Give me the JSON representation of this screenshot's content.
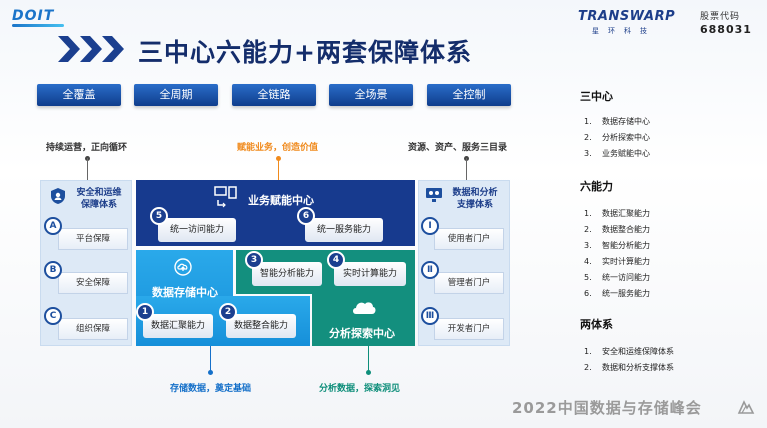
{
  "header": {
    "logo_left": "DOIT",
    "logo_right": "TRANSWARP",
    "logo_right_sub": "星环科技",
    "stock_label": "股票代码",
    "stock_code": "688031",
    "title": "三中心六能力+两套保障体系"
  },
  "tags": [
    "全覆盖",
    "全周期",
    "全链路",
    "全场景",
    "全控制"
  ],
  "captions": {
    "left_top": "持续运营，正向循环",
    "middle_top": "赋能业务，创造价值",
    "right_top": "资源、资产、服务三目录",
    "bottom_store": "存储数据，奠定基础",
    "bottom_analysis": "分析数据，探索洞见"
  },
  "left_panel": {
    "title_line1": "安全和运维",
    "title_line2": "保障体系",
    "items": [
      {
        "letter": "A",
        "label": "平台保障"
      },
      {
        "letter": "B",
        "label": "安全保障"
      },
      {
        "letter": "C",
        "label": "组织保障"
      }
    ]
  },
  "right_panel": {
    "title_line1": "数据和分析",
    "title_line2": "支撑体系",
    "items": [
      {
        "letter": "Ⅰ",
        "label": "使用者门户"
      },
      {
        "letter": "Ⅱ",
        "label": "管理者门户"
      },
      {
        "letter": "Ⅲ",
        "label": "开发者门户"
      }
    ]
  },
  "center": {
    "business": {
      "title": "业务赋能中心",
      "items": [
        {
          "num": "5",
          "label": "统一访问能力"
        },
        {
          "num": "6",
          "label": "统一服务能力"
        }
      ]
    },
    "storage": {
      "title": "数据存储中心",
      "items": [
        {
          "num": "1",
          "label": "数据汇聚能力"
        },
        {
          "num": "2",
          "label": "数据整合能力"
        }
      ]
    },
    "analysis": {
      "title": "分析探索中心",
      "items": [
        {
          "num": "3",
          "label": "智能分析能力"
        },
        {
          "num": "4",
          "label": "实时计算能力"
        }
      ]
    }
  },
  "right_list": {
    "sections": [
      {
        "heading": "三中心",
        "items": [
          "数据存储中心",
          "分析探索中心",
          "业务赋能中心"
        ]
      },
      {
        "heading": "六能力",
        "items": [
          "数据汇聚能力",
          "数据整合能力",
          "智能分析能力",
          "实时计算能力",
          "统一访问能力",
          "统一服务能力"
        ]
      },
      {
        "heading": "两体系",
        "items": [
          "安全和运维保障体系",
          "数据和分析支撑体系"
        ]
      }
    ]
  },
  "footer": "2022中国数据与存储峰会",
  "colors": {
    "navy": "#173a8e",
    "sky": "#1e9be3",
    "teal": "#138f7e",
    "orange": "#f08a1c",
    "title": "#142d6b"
  },
  "icons": [
    "chevron-right-icon",
    "shield-person-icon",
    "monitor-icon",
    "cloud-upload-icon",
    "cloud-icon",
    "people-icon",
    "summit-logo-icon"
  ]
}
